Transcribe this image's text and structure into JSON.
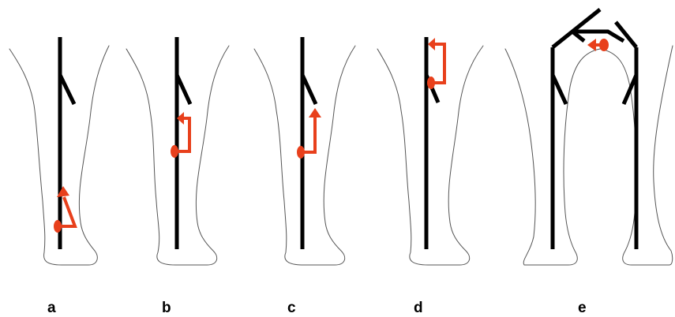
{
  "figure": {
    "panels": [
      {
        "id": "a",
        "label": "a"
      },
      {
        "id": "b",
        "label": "b"
      },
      {
        "id": "c",
        "label": "c"
      },
      {
        "id": "d",
        "label": "d"
      },
      {
        "id": "e",
        "label": "e"
      }
    ],
    "colors": {
      "vein": "#000000",
      "shunt": "#e8401c",
      "outline": "#555555",
      "background": "#ffffff"
    }
  }
}
